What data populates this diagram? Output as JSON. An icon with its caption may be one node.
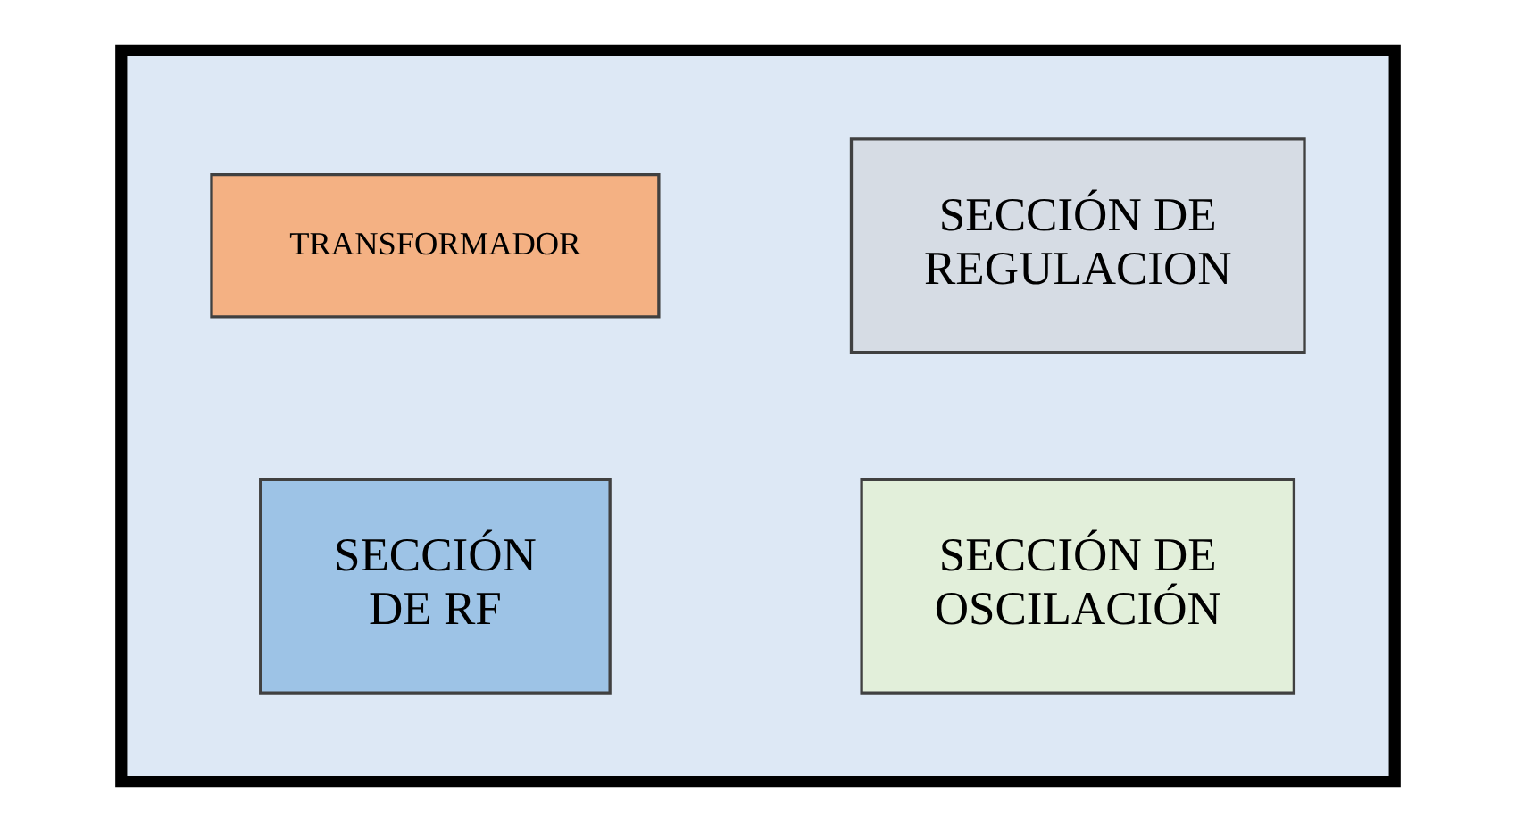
{
  "diagram": {
    "nodes": [
      {
        "text": [],
        "shape": "box"
      },
      {
        "text": [
          "SECCIÓN DE REGULACION"
        ],
        "in": 0
      },
      {
        "text": [
          "TRANSFORMADOR"
        ],
        "in": 0
      },
      {
        "text": [
          "SECCIÓN DE OSCILACIÓN"
        ],
        "in": 0
      },
      {
        "text": [
          "SECCIÓN DE RF"
        ],
        "in": 0
      }
    ],
    "edges": []
  }
}
